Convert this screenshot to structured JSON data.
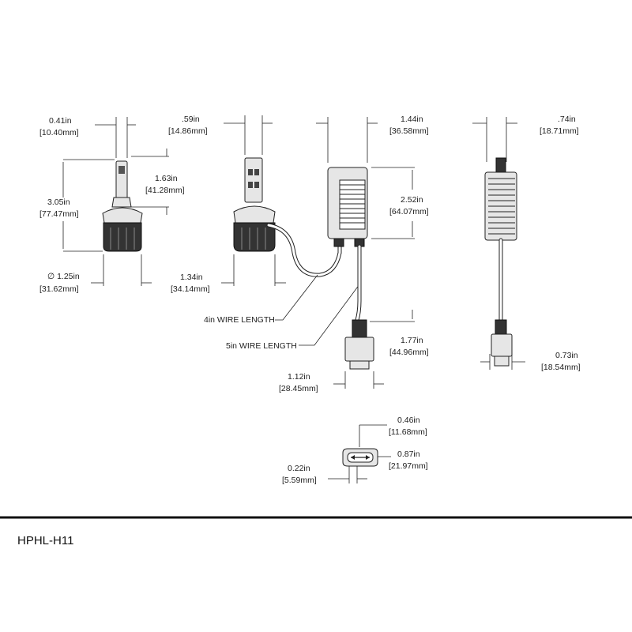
{
  "views": {
    "front": {
      "dim_width_in": "0.41in",
      "dim_width_mm": "[10.40mm]",
      "dim_height_in": "3.05in",
      "dim_height_mm": "[77.47mm]",
      "dim_top_in": "1.63in",
      "dim_top_mm": "[41.28mm]",
      "dim_base_in": "∅ 1.25in",
      "dim_base_mm": "[31.62mm]"
    },
    "side": {
      "dim_width_in": ".59in",
      "dim_width_mm": "[14.86mm]",
      "dim_base_in": "1.34in",
      "dim_base_mm": "[34.14mm]",
      "wire_4": "4in WIRE LENGTH",
      "wire_5": "5in WIRE LENGTH"
    },
    "driver": {
      "dim_width_in": "1.44in",
      "dim_width_mm": "[36.58mm]",
      "dim_height_in": "2.52in",
      "dim_height_mm": "[64.07mm]"
    },
    "connector": {
      "dim_height_in": "1.77in",
      "dim_height_mm": "[44.96mm]",
      "dim_width_in": "1.12in",
      "dim_width_mm": "[28.45mm]"
    },
    "driver_side": {
      "dim_width_in": ".74in",
      "dim_width_mm": "[18.71mm]",
      "dim_plug_in": "0.73in",
      "dim_plug_mm": "[18.54mm]"
    },
    "plug_end": {
      "dim_a_in": "0.46in",
      "dim_a_mm": "[11.68mm]",
      "dim_b_in": "0.87in",
      "dim_b_mm": "[21.97mm]",
      "dim_c_in": "0.22in",
      "dim_c_mm": "[5.59mm]"
    }
  },
  "footer": {
    "model": "HPHL-H11"
  }
}
